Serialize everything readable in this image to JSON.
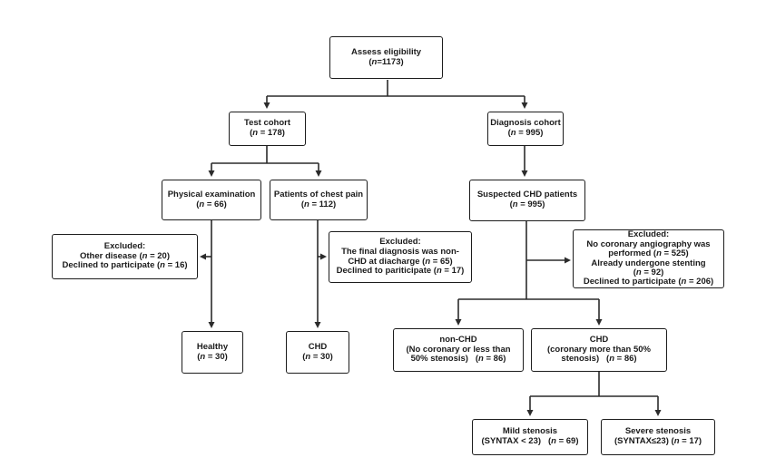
{
  "diagram": {
    "type": "flowchart",
    "colors": {
      "line": "#2b2b2b",
      "box_border": "#1c1c1c",
      "box_fill": "#ffffff",
      "text": "#1a1a1a",
      "background": "#ffffff"
    },
    "boxes": {
      "assess": {
        "lines": [
          "Assess eligibility",
          "(n=1173)"
        ]
      },
      "test_cohort": {
        "lines": [
          "Test cohort",
          "(n = 178)"
        ]
      },
      "diagnosis_cohort": {
        "lines": [
          "Diagnosis cohort",
          "(n = 995)"
        ]
      },
      "physical_exam": {
        "lines": [
          "Physical examination",
          "(n = 66)"
        ]
      },
      "chest_pain": {
        "lines": [
          "Patients of chest pain",
          "(n = 112)"
        ]
      },
      "suspected_chd": {
        "lines": [
          "Suspected CHD patients",
          "(n = 995)"
        ]
      },
      "excluded_left": {
        "lines": [
          "Excluded:",
          "Other disease (n = 20)",
          "Declined to participate (n = 16)"
        ]
      },
      "excluded_mid": {
        "lines": [
          "Excluded:",
          "The final diagnosis was non-",
          "CHD at diacharge (n = 65)",
          "Declined to pariticipate (n = 17)"
        ]
      },
      "excluded_right": {
        "lines": [
          "Excluded:",
          "No coronary angiography was",
          "performed (n = 525)",
          "Already undergone stenting",
          "(n = 92)",
          "Declined to participate (n = 206)"
        ]
      },
      "healthy": {
        "lines": [
          "Healthy",
          "(n = 30)"
        ]
      },
      "chd_test": {
        "lines": [
          "CHD",
          "(n = 30)"
        ]
      },
      "non_chd": {
        "lines": [
          "non-CHD",
          "(No coronary or less than",
          "50% stenosis)   (n = 86)"
        ]
      },
      "chd_diagnosis": {
        "lines": [
          "CHD",
          "(coronary more than 50%",
          "stenosis)   (n = 86)"
        ]
      },
      "mild_stenosis": {
        "lines": [
          "Mild stenosis",
          "(SYNTAX < 23)   (n = 69)"
        ]
      },
      "severe_stenosis": {
        "lines": [
          "Severe stenosis",
          "(SYNTAX≤23) (n = 17)"
        ]
      }
    }
  }
}
